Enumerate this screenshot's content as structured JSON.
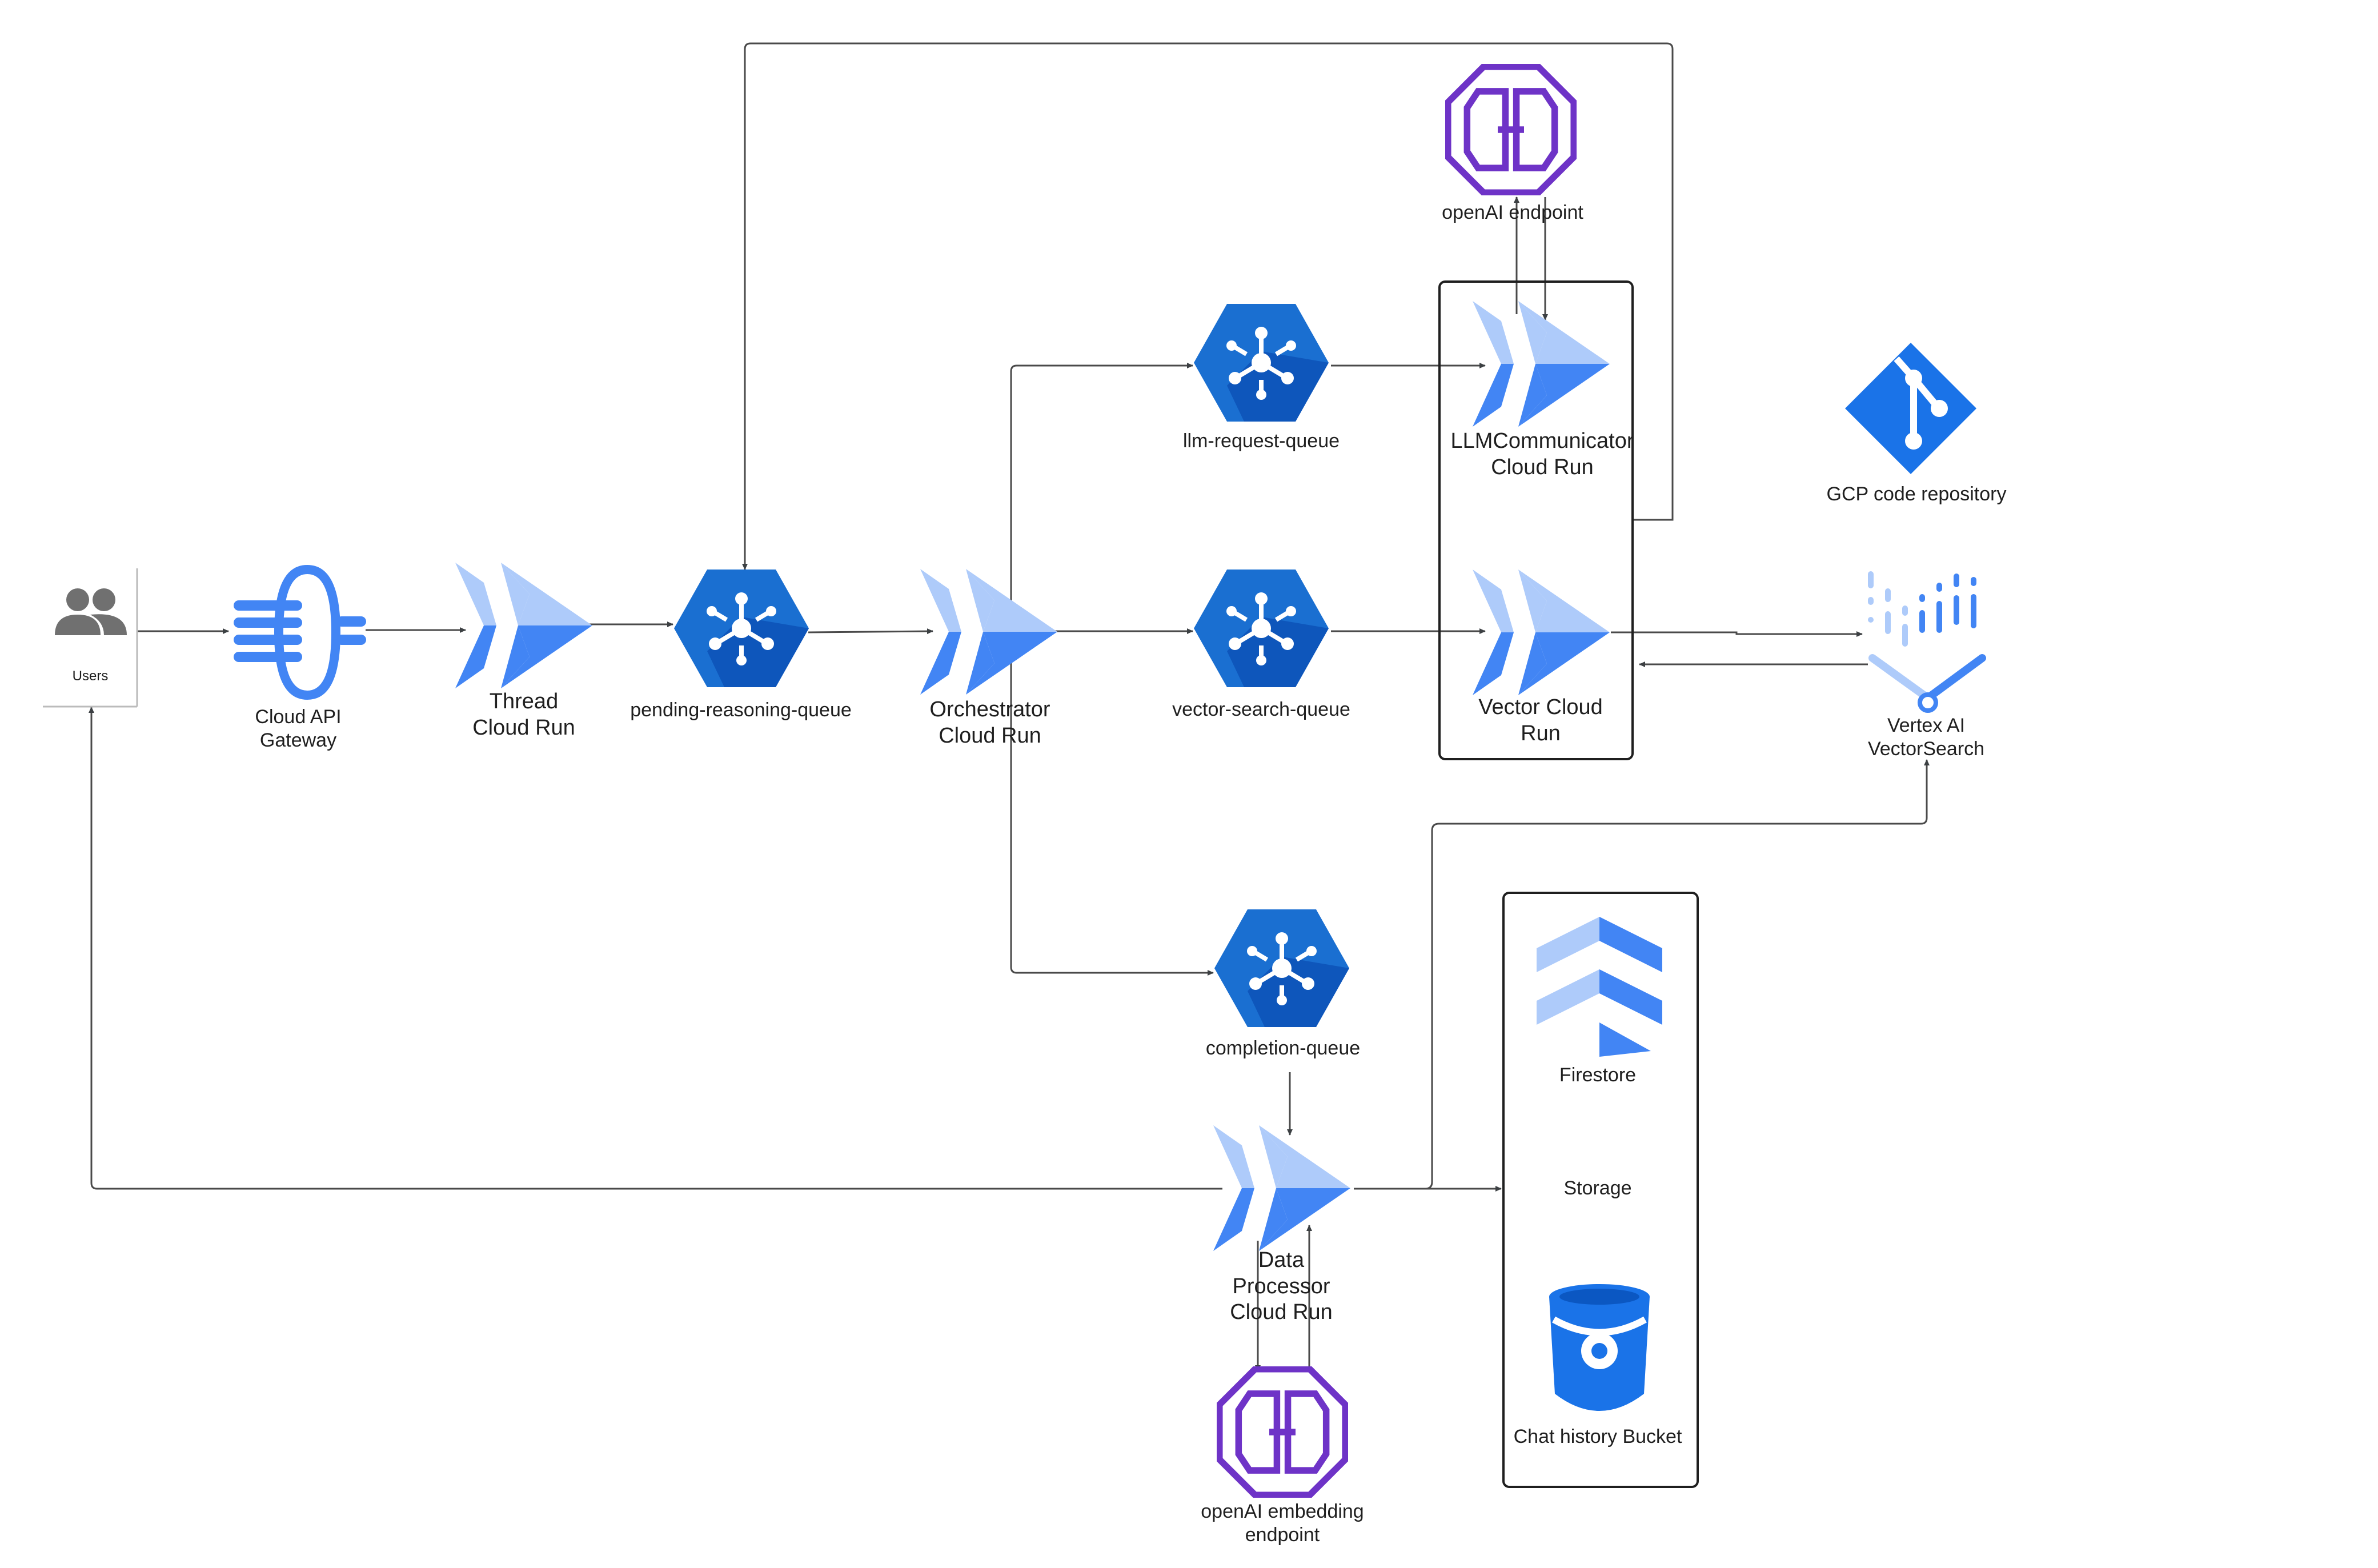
{
  "nodes": {
    "users": {
      "label": "Users",
      "icon": "users-icon"
    },
    "api_gateway": {
      "line1": "Cloud API",
      "line2": "Gateway",
      "icon": "api-gateway-icon"
    },
    "thread_run": {
      "line1": "Thread",
      "line2": "Cloud Run",
      "icon": "cloud-run-icon"
    },
    "pending_queue": {
      "label": "pending-reasoning-queue",
      "icon": "pubsub-icon"
    },
    "orchestrator_run": {
      "line1": "Orchestrator",
      "line2": "Cloud Run",
      "icon": "cloud-run-icon"
    },
    "llm_queue": {
      "label": "llm-request-queue",
      "icon": "pubsub-icon"
    },
    "vector_queue": {
      "label": "vector-search-queue",
      "icon": "pubsub-icon"
    },
    "completion_queue": {
      "label": "completion-queue",
      "icon": "pubsub-icon"
    },
    "llm_run": {
      "line1": "LLMCommunicator",
      "line2": "Cloud Run",
      "icon": "cloud-run-icon"
    },
    "vector_run": {
      "line1": "Vector Cloud",
      "line2": "Run",
      "icon": "cloud-run-icon"
    },
    "openai_endpoint": {
      "label": "openAI endpoint",
      "icon": "endpoint-icon"
    },
    "code_repo": {
      "label": "GCP code repository",
      "icon": "git-repository-icon"
    },
    "vertex": {
      "line1": "Vertex AI",
      "line2": "VectorSearch",
      "icon": "vertex-ai-icon"
    },
    "data_processor": {
      "line1": "Data",
      "line2": "Processor",
      "line3": "Cloud Run",
      "icon": "cloud-run-icon"
    },
    "embedding_endpoint": {
      "line1": "openAI embedding",
      "line2": "endpoint",
      "icon": "endpoint-icon"
    },
    "firestore": {
      "label": "Firestore",
      "icon": "firestore-icon"
    },
    "storage": {
      "label": "Storage"
    },
    "bucket": {
      "label": "Chat history Bucket",
      "icon": "bucket-icon"
    }
  },
  "colors": {
    "blue_dark": "#0b57c2",
    "blue_mid": "#4285f4",
    "blue_light": "#aecbfa",
    "purple": "#6e33c7",
    "gray_icon": "#707070",
    "line": "#4a4a4a"
  }
}
